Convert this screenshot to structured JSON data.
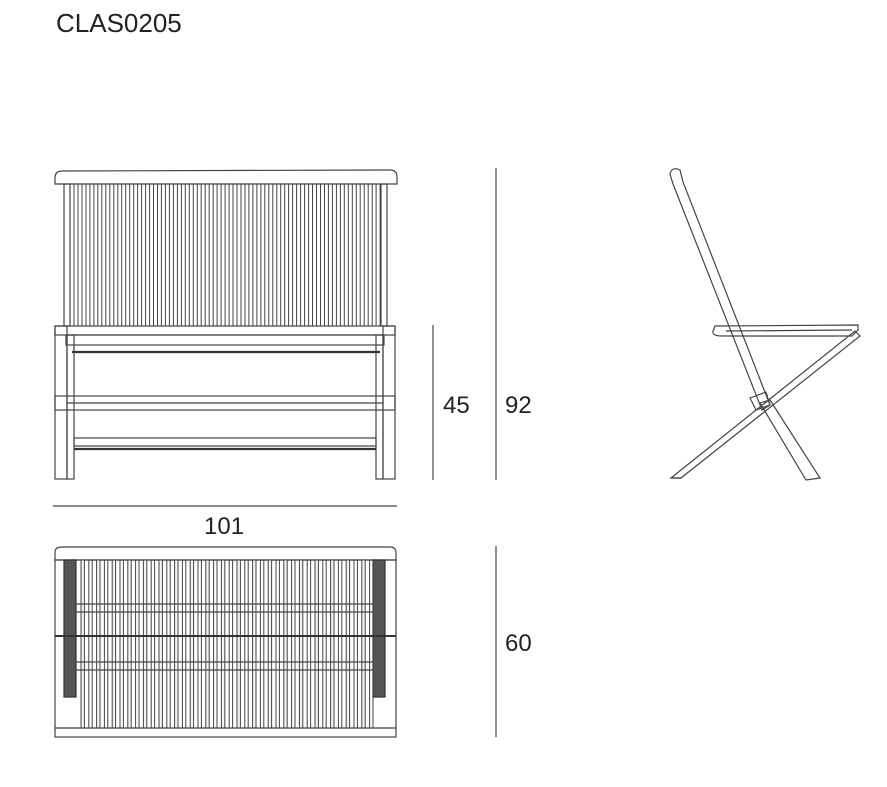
{
  "product_code": "CLAS0205",
  "dimensions": {
    "width": "101",
    "seat_height": "45",
    "total_height": "92",
    "depth": "60"
  },
  "colors": {
    "line": "#444444",
    "accent_dark": "#555555"
  }
}
